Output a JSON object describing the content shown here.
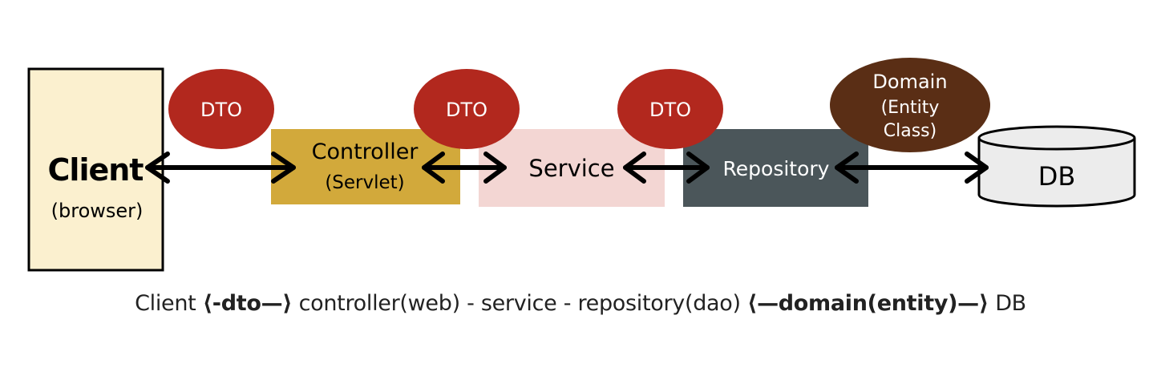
{
  "nodes": {
    "client": {
      "title": "Client",
      "subtitle": "(browser)"
    },
    "controller": {
      "title": "Controller",
      "subtitle": "(Servlet)"
    },
    "service": {
      "title": "Service"
    },
    "repository": {
      "title": "Repository"
    },
    "db": {
      "title": "DB"
    }
  },
  "badges": {
    "dto_1": "DTO",
    "dto_2": "DTO",
    "dto_3": "DTO",
    "domain": {
      "line1": "Domain",
      "line2": "(Entity",
      "line3": "Class)"
    }
  },
  "caption": {
    "part1": "Client ",
    "part2": "⟨-dto—⟩",
    "part3": " controller(web) - service - repository(dao) ",
    "part4": "⟨—domain(entity)—⟩",
    "part5": " DB"
  },
  "colors": {
    "client_fill": "#fbf0cf",
    "controller_fill": "#d2a93b",
    "service_fill": "#f3d6d3",
    "repository_fill": "#4b565a",
    "dto_fill": "#b2281e",
    "domain_fill": "#5a2e15",
    "db_fill": "#ececec"
  }
}
